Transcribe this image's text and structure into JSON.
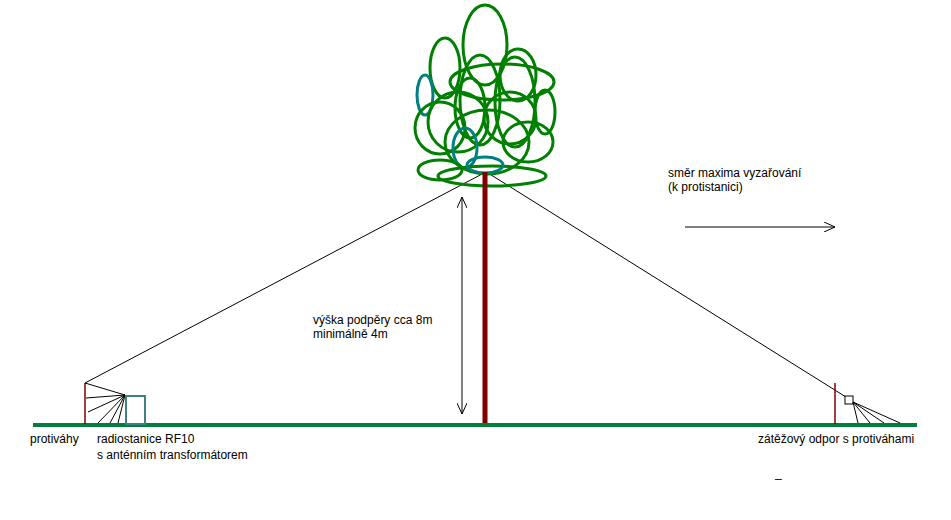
{
  "diagram": {
    "labels": [
      "směr maxima vyzařování (k protistanici)",
      "výška podpěry cca 8m minimálně 4m",
      "protiváhy",
      "radiostanice RF10",
      "s anténním transformátorem",
      "zátěžový odpor s protiváhami",
      "_"
    ]
  }
}
